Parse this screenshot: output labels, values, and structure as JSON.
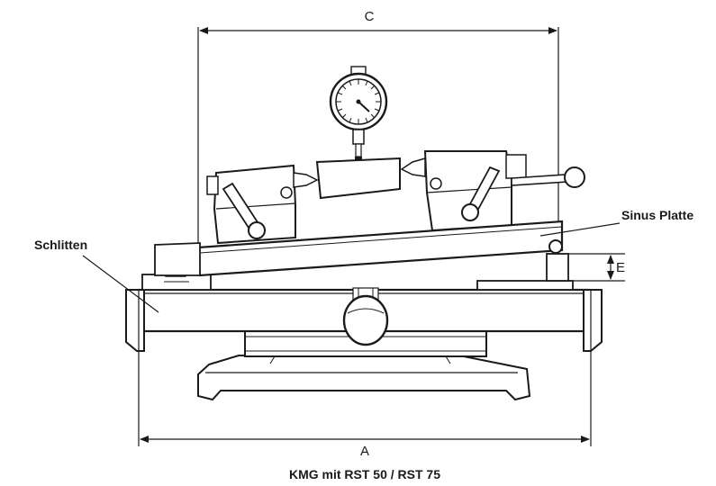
{
  "dimensions": {
    "a": "A",
    "c": "C",
    "e": "E"
  },
  "callouts": {
    "slide": "Schlitten",
    "sine_plate": "Sinus Platte"
  },
  "caption": "KMG mit RST 50 / RST 75",
  "colors": {
    "line": "#1a1a1a",
    "fill": "#ffffff"
  }
}
